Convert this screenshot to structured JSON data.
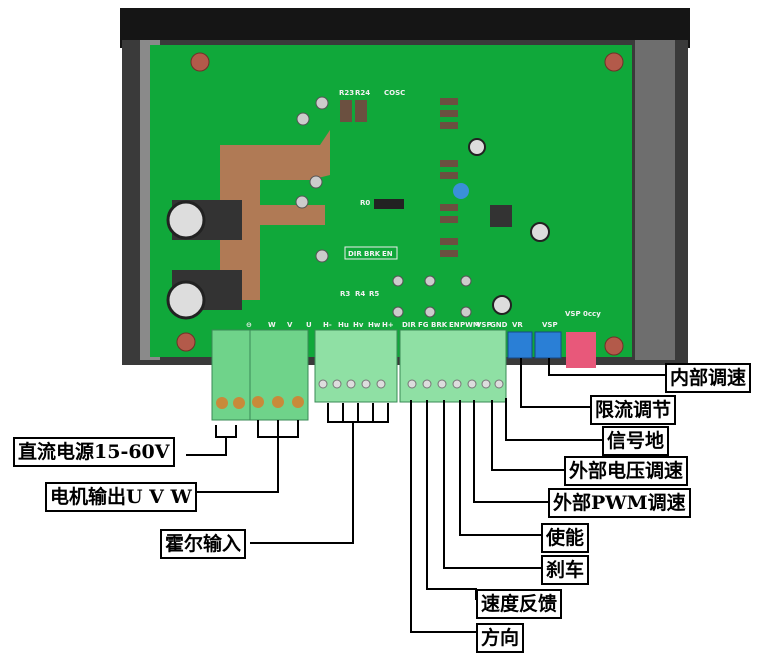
{
  "board": {
    "silkscreen": {
      "resistors_top": [
        "R23",
        "R24",
        "COSC"
      ],
      "mode_pins": [
        "DIR",
        "BRK",
        "EN"
      ],
      "power_terminals": [
        "⊖",
        "W",
        "V",
        "U"
      ],
      "hall_terminals": [
        "H-",
        "Hu",
        "Hv",
        "Hw",
        "H+"
      ],
      "signal_terminals": [
        "DIR",
        "FG",
        "BRK",
        "EN",
        "PWM",
        "VSP",
        "GND"
      ],
      "pot_labels": [
        "VR",
        "VSP"
      ],
      "switch_label": "VSP 0ccy",
      "hall_resistors": [
        "R3",
        "R4",
        "R5"
      ],
      "shunt": "R0"
    },
    "colors": {
      "pcb": "#10a83a",
      "heatsink": "#1a1a1a",
      "terminal": "#6fd38a",
      "pot": "#2a7fd6",
      "switch": "#e8587a"
    }
  },
  "labels": {
    "power": "直流电源15-60V",
    "motor": "电机输出U V W",
    "hall": "霍尔输入",
    "internal_speed": "内部调速",
    "current_limit": "限流调节",
    "signal_ground": "信号地",
    "external_voltage": "外部电压调速",
    "external_pwm": "外部PWM调速",
    "enable": "使能",
    "brake": "刹车",
    "speed_feedback": "速度反馈",
    "direction": "方向"
  }
}
